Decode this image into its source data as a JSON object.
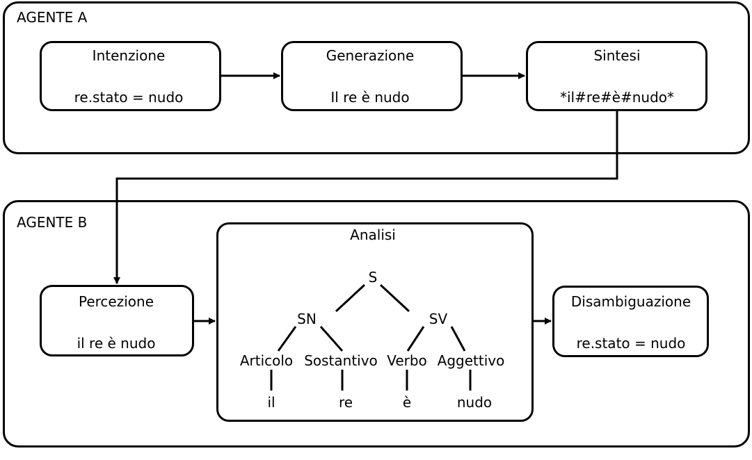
{
  "agent_a": {
    "title": "AGENTE A",
    "boxes": [
      {
        "title": "Intenzione",
        "value": "re.stato = nudo"
      },
      {
        "title": "Generazione",
        "value": "Il re è nudo"
      },
      {
        "title": "Sintesi",
        "value": "*il#re#è#nudo*"
      }
    ]
  },
  "agent_b": {
    "title": "AGENTE B",
    "percezione": {
      "title": "Percezione",
      "value": "il re è nudo"
    },
    "analisi": {
      "title": "Analisi",
      "tree": {
        "root": "S",
        "left": "SN",
        "right": "SV",
        "pos": [
          "Articolo",
          "Sostantivo",
          "Verbo",
          "Aggettivo"
        ],
        "words": [
          "il",
          "re",
          "è",
          "nudo"
        ]
      }
    },
    "disambiguazione": {
      "title": "Disambiguazione",
      "value": "re.stato = nudo"
    }
  }
}
